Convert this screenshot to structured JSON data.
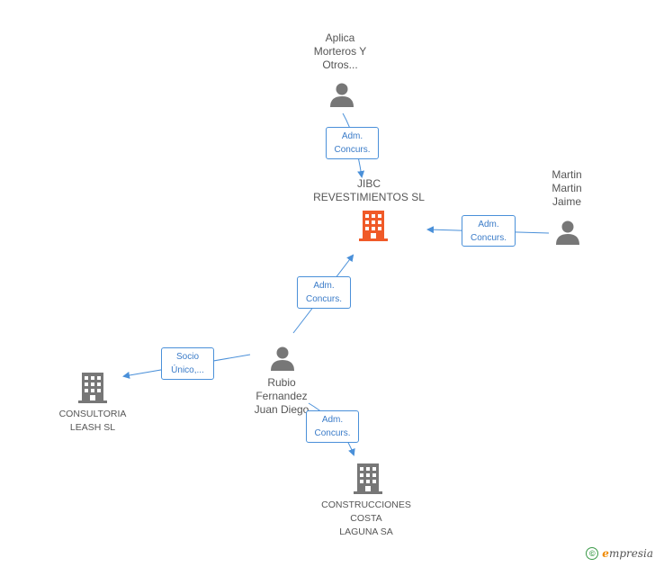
{
  "nodes": {
    "jibc": {
      "lines": [
        "JIBC",
        "REVESTIMIENTOS SL"
      ],
      "type": "company",
      "highlight": true
    },
    "aplica": {
      "lines": [
        "Aplica",
        "Morteros Y",
        "Otros..."
      ],
      "type": "person"
    },
    "martin": {
      "lines": [
        "Martin",
        "Martin",
        "Jaime"
      ],
      "type": "person"
    },
    "rubio": {
      "lines": [
        "Rubio",
        "Fernandez",
        "Juan Diego"
      ],
      "type": "person"
    },
    "consultoria": {
      "lines": [
        "CONSULTORIA",
        "LEASH SL"
      ],
      "type": "company"
    },
    "construcciones": {
      "lines": [
        "CONSTRUCCIONES",
        "COSTA",
        "LAGUNA SA"
      ],
      "type": "company"
    }
  },
  "edges": {
    "aplica_jibc": {
      "lines": [
        "Adm.",
        "Concurs."
      ]
    },
    "martin_jibc": {
      "lines": [
        "Adm.",
        "Concurs."
      ]
    },
    "rubio_jibc": {
      "lines": [
        "Adm.",
        "Concurs."
      ]
    },
    "rubio_consultoria": {
      "lines": [
        "Socio",
        "Único,..."
      ]
    },
    "rubio_construcciones": {
      "lines": [
        "Adm.",
        "Concurs."
      ]
    }
  },
  "colors": {
    "edge": "#4a90d9",
    "person_icon": "#777777",
    "company_icon": "#777777",
    "highlight_company": "#f05a28"
  },
  "footer": {
    "copyright_symbol": "©",
    "brand_initial": "e",
    "brand_rest": "mpresia"
  }
}
